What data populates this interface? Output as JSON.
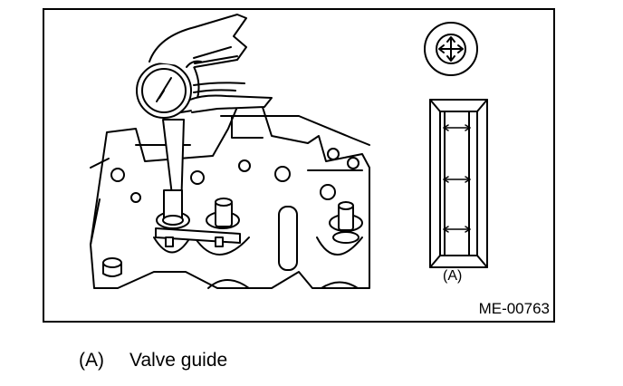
{
  "figure": {
    "id": "ME-00763",
    "callout_label": "(A)"
  },
  "legend": {
    "key": "(A)",
    "text": "Valve guide"
  }
}
